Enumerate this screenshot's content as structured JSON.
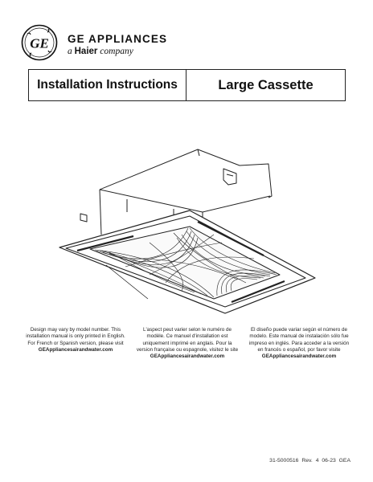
{
  "brand": {
    "logo_text": "GE",
    "name": "GE APPLIANCES",
    "tagline_prefix": "a ",
    "tagline_brand": "Haier",
    "tagline_suffix": " company"
  },
  "title": {
    "left": "Installation Instructions",
    "right": "Large Cassette"
  },
  "illustration": {
    "icon": "ceiling-cassette-unit-icon"
  },
  "notes": [
    {
      "text": "Design may vary by model number. This installation manual is only printed in English. For French or Spanish version, please visit",
      "link": "GEAppliancesairandwater.com"
    },
    {
      "text": "L'aspect peut varier selon le numéro de modèle. Ce manuel d'installation est uniquement imprimé en anglais. Pour la version française ou espagnole, visitez le site",
      "link": "GEAppliancesairandwater.com"
    },
    {
      "text": "El diseño puede variar según el número de modelo. Este manual de instalación sólo fue impreso en inglés. Para acceder a la versión en francés o español, por favor visite",
      "link": "GEAppliancesairandwater.com"
    }
  ],
  "footer": "31-5000516   Rev. 4   06-23   GEA"
}
